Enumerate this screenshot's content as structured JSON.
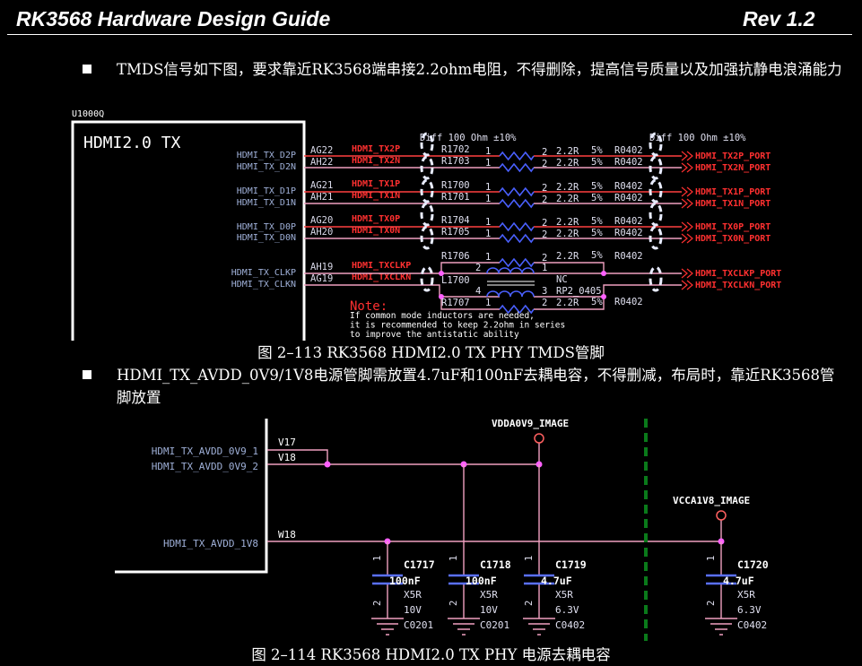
{
  "header": {
    "title": "RK3568 Hardware Design Guide",
    "revision": "Rev 1.2"
  },
  "section1": {
    "text": "TMDS信号如下图，要求靠近RK3568端串接2.2ohm电阻，不得删除，提高信号质量以及加强抗静电浪涌能力"
  },
  "figure1": {
    "caption": "图 2–113 RK3568 HDMI2.0 TX PHY TMDS管脚",
    "ref": "U1000Q",
    "block_title": "HDMI2.0 TX",
    "diff_label": "Diff 100 Ohm ±10%",
    "pins": [
      "HDMI_TX_D2P",
      "HDMI_TX_D2N",
      "HDMI_TX_D1P",
      "HDMI_TX_D1N",
      "HDMI_TX_D0P",
      "HDMI_TX_D0N",
      "HDMI_TX_CLKP",
      "HDMI_TX_CLKN"
    ],
    "balls": [
      "AG22",
      "AH22",
      "AG21",
      "AH21",
      "AG20",
      "AH20",
      "AH19",
      "AG19"
    ],
    "nets": [
      "HDMI_TX2P",
      "HDMI_TX2N",
      "HDMI_TX1P",
      "HDMI_TX1N",
      "HDMI_TX0P",
      "HDMI_TX0N",
      "HDMI_TXCLKP",
      "HDMI_TXCLKN"
    ],
    "resistors": [
      "R1702",
      "R1703",
      "R1700",
      "R1701",
      "R1704",
      "R1705",
      "R1706",
      "R1707"
    ],
    "inductor": "L1700",
    "inductor_value": "NC",
    "inductor_package": "RP2_0405",
    "res_value": "2.2R",
    "res_tol": "5%",
    "res_package": "R0402",
    "pin1": "1",
    "pin2": "2",
    "pin3": "3",
    "pin4": "4",
    "ports": [
      "HDMI_TX2P_PORT",
      "HDMI_TX2N_PORT",
      "HDMI_TX1P_PORT",
      "HDMI_TX1N_PORT",
      "HDMI_TX0P_PORT",
      "HDMI_TX0N_PORT",
      "HDMI_TXCLKP_PORT",
      "HDMI_TXCLKN_PORT"
    ],
    "note_title": "Note:",
    "note_lines": [
      "If common mode inductors are needed,",
      "it is recommended to keep 2.2ohm in series",
      "to improve the antistatic ability"
    ]
  },
  "section2": {
    "text": "HDMI_TX_AVDD_0V9/1V8电源管脚需放置4.7uF和100nF去耦电容，不得删减，布局时，靠近RK3568管脚放置"
  },
  "figure2": {
    "caption": "图 2–114 RK3568 HDMI2.0 TX PHY 电源去耦电容",
    "pins": [
      "HDMI_TX_AVDD_0V9_1",
      "HDMI_TX_AVDD_0V9_2",
      "HDMI_TX_AVDD_1V8"
    ],
    "balls": [
      "V17",
      "V18",
      "W18"
    ],
    "rails": [
      "VDDA0V9_IMAGE",
      "VCCA1V8_IMAGE"
    ],
    "caps": [
      {
        "ref": "C1717",
        "value": "100nF",
        "dielectric": "X5R",
        "voltage": "10V",
        "package": "C0201"
      },
      {
        "ref": "C1718",
        "value": "100nF",
        "dielectric": "X5R",
        "voltage": "10V",
        "package": "C0201"
      },
      {
        "ref": "C1719",
        "value": "4.7uF",
        "dielectric": "X5R",
        "voltage": "6.3V",
        "package": "C0402"
      },
      {
        "ref": "C1720",
        "value": "4.7uF",
        "dielectric": "X5R",
        "voltage": "6.3V",
        "package": "C0402"
      }
    ]
  }
}
